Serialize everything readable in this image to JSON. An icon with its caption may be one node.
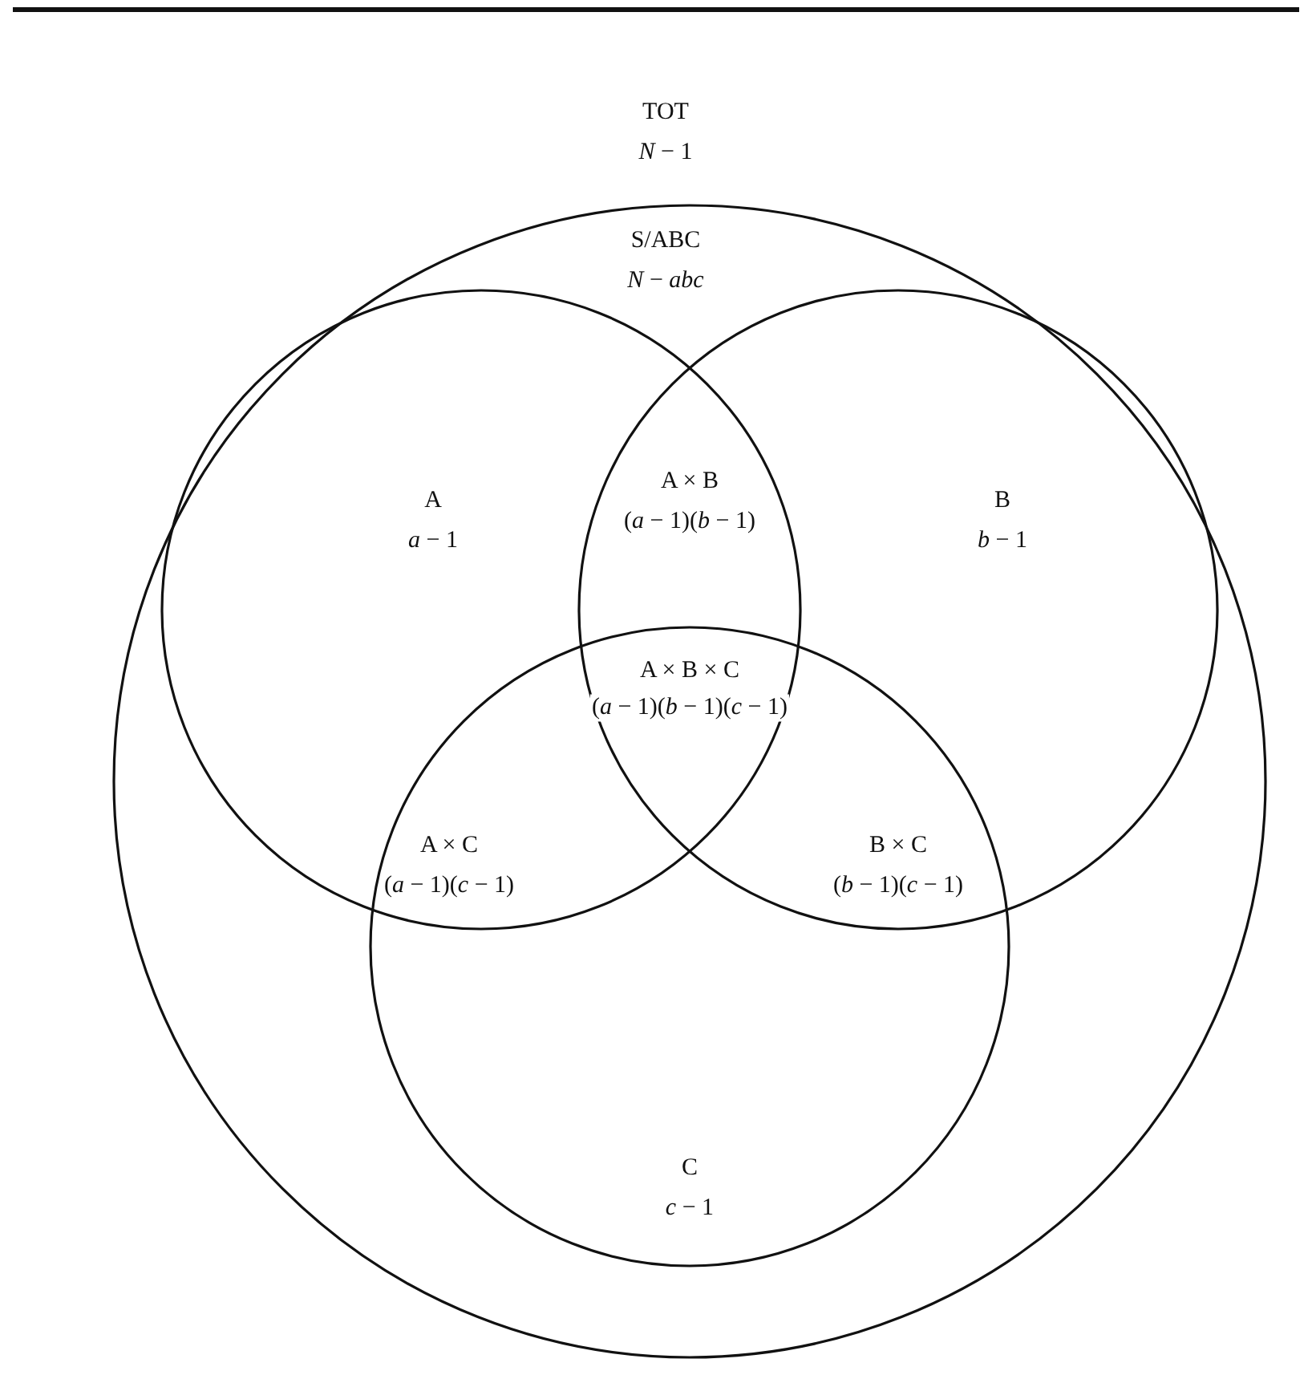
{
  "diagram": {
    "nodes": [
      {
        "text": [
          "TOT",
          "*N* − 1",
          "S/ABC",
          "*N* − *abc*"
        ]
      },
      {
        "text": [
          "A",
          "*a* − 1"
        ],
        "in": 0
      },
      {
        "text": [
          "B",
          "*b* − 1"
        ],
        "in": 0
      },
      {
        "text": [
          "C",
          "*c* − 1"
        ],
        "in": 0
      }
    ],
    "labels": [
      "A × B",
      "(*a* − 1)(*b* − 1)",
      "A × B × C",
      "(*a* − 1)(*b* − 1)(*c* − 1)",
      "A × C",
      "(*a* − 1)(*c* − 1)",
      "B × C",
      "(*b* − 1)(*c* − 1)"
    ]
  }
}
